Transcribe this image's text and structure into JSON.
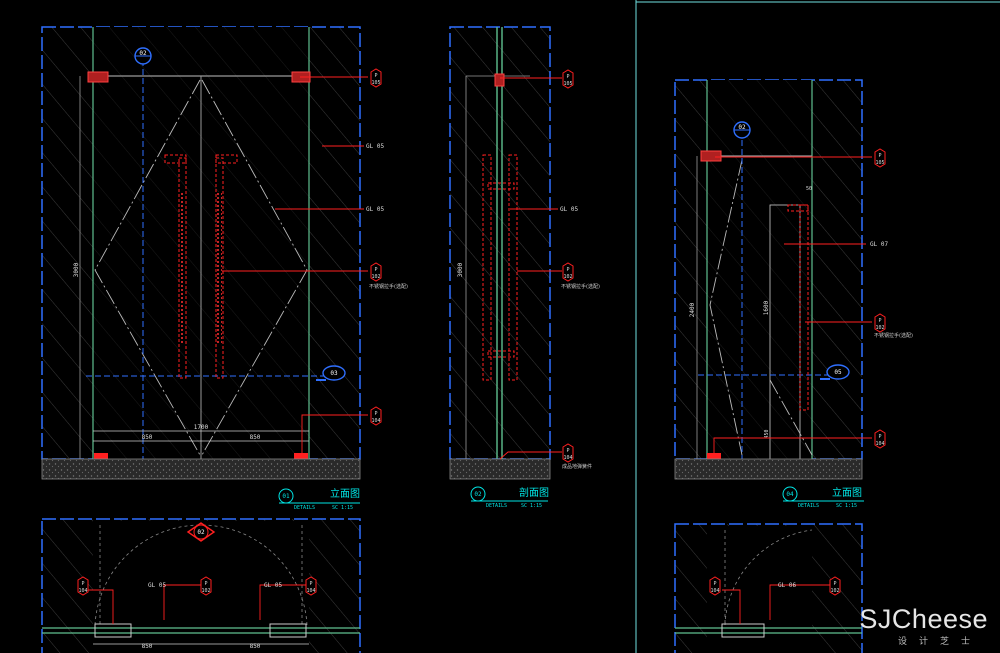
{
  "drawing": {
    "elev1": {
      "dims": {
        "height": "3000",
        "total": "1700",
        "left": "850",
        "right": "850"
      },
      "tags": [
        {
          "top": "P",
          "bottom": "105",
          "text": ""
        },
        {
          "top": "",
          "bottom": "",
          "text": "GL 05"
        },
        {
          "top": "",
          "bottom": "",
          "text": "GL 05"
        },
        {
          "top": "P",
          "bottom": "102",
          "text": "不锈钢拉手(选配)"
        },
        {
          "top": "P",
          "bottom": "104",
          "text": ""
        }
      ],
      "markers": {
        "top": "02",
        "mid": "03"
      },
      "title": {
        "num": "01",
        "name": "立面图",
        "sub": "DETAILS",
        "scale": "SC 1:15"
      }
    },
    "section": {
      "dims": {
        "height": "3000"
      },
      "tags": [
        {
          "top": "P",
          "bottom": "105",
          "text": ""
        },
        {
          "top": "",
          "bottom": "",
          "text": "GL 05"
        },
        {
          "top": "P",
          "bottom": "102",
          "text": "不锈钢拉手(选配)"
        },
        {
          "top": "P",
          "bottom": "104",
          "text": "成品地弹簧件"
        }
      ],
      "title": {
        "num": "02",
        "name": "剖面图",
        "sub": "DETAILS",
        "scale": "SC 1:15"
      }
    },
    "elev2": {
      "dims": {
        "height": "2400",
        "handle": "1600",
        "top": "50",
        "bottom": "450"
      },
      "tags": [
        {
          "top": "P",
          "bottom": "105",
          "text": ""
        },
        {
          "top": "",
          "bottom": "",
          "text": "GL 07"
        },
        {
          "top": "P",
          "bottom": "102",
          "text": "不锈钢拉手(选配)"
        },
        {
          "top": "P",
          "bottom": "104",
          "text": ""
        }
      ],
      "markers": {
        "top": "02",
        "mid": "05"
      },
      "title": {
        "num": "04",
        "name": "立面图",
        "sub": "DETAILS",
        "scale": "SC 1:15"
      }
    },
    "plan1": {
      "marker": "02",
      "tags": [
        {
          "top": "P",
          "bottom": "104"
        },
        {
          "top": "P",
          "bottom": "102"
        },
        {
          "top": "P",
          "bottom": "104"
        }
      ],
      "labels": [
        "GL 05",
        "GL 05"
      ],
      "dims": [
        "850",
        "850"
      ]
    },
    "plan2": {
      "tags": [
        {
          "top": "P",
          "bottom": "104"
        },
        {
          "top": "P",
          "bottom": "102"
        }
      ],
      "labels": [
        "GL 06"
      ]
    }
  },
  "watermark": {
    "brand": "SJCheese",
    "sub": "设计芝士"
  },
  "colors": {
    "red": "#ff2020",
    "cyan": "#00e5e5",
    "blue": "#2f6fff",
    "grey": "#9a9a9a",
    "green": "#5fbf8f"
  }
}
